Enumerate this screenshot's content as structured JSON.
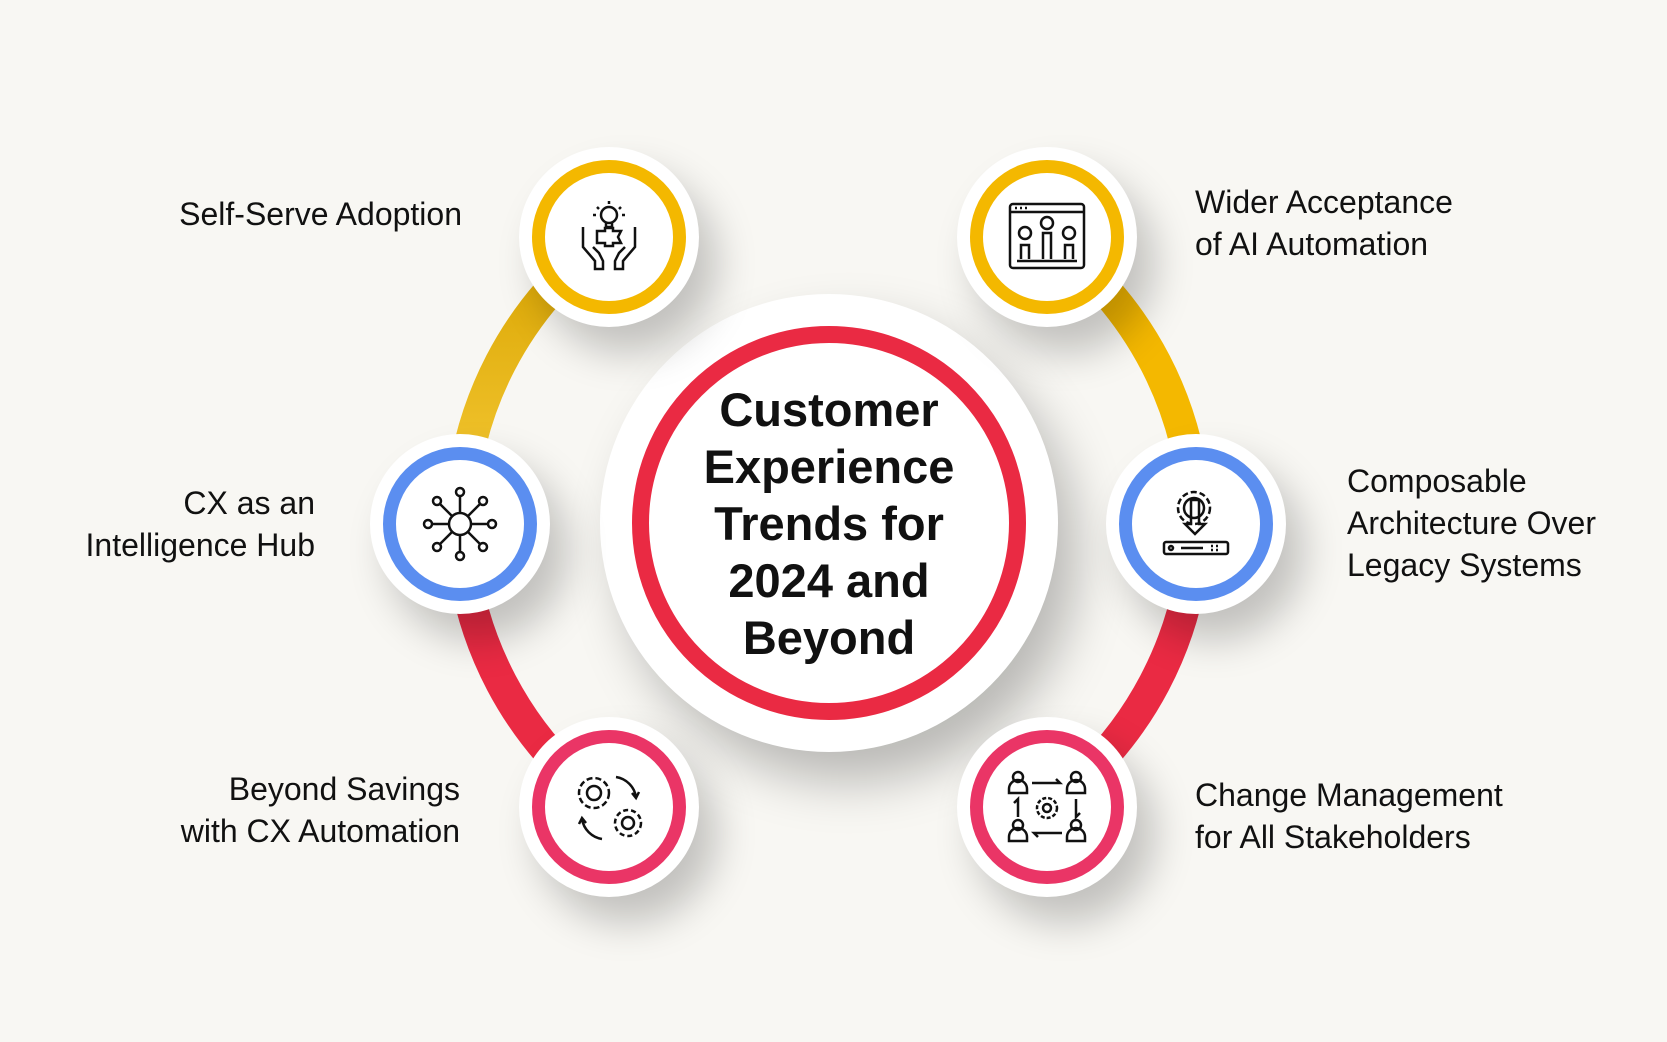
{
  "title_lines": [
    "Customer",
    "Experience",
    "Trends for",
    "2024 and",
    "Beyond"
  ],
  "colors": {
    "yellow": "#f4b800",
    "blue": "#5b8ef0",
    "pink": "#ea3566",
    "red": "#ea2a43",
    "background": "#f8f7f3"
  },
  "trends": [
    {
      "lines": [
        "Self-Serve Adoption"
      ],
      "icon": "hands-lightbulb-gear-icon"
    },
    {
      "lines": [
        "Wider Acceptance",
        "of AI Automation"
      ],
      "icon": "feedback-faces-icon"
    },
    {
      "lines": [
        "CX as an",
        "Intelligence Hub"
      ],
      "icon": "hub-network-icon"
    },
    {
      "lines": [
        "Composable",
        "Architecture Over",
        "Legacy Systems"
      ],
      "icon": "gear-server-download-icon"
    },
    {
      "lines": [
        "Beyond Savings",
        "with CX Automation"
      ],
      "icon": "gears-cycle-icon"
    },
    {
      "lines": [
        "Change Management",
        "for All Stakeholders"
      ],
      "icon": "people-gear-exchange-icon"
    }
  ]
}
